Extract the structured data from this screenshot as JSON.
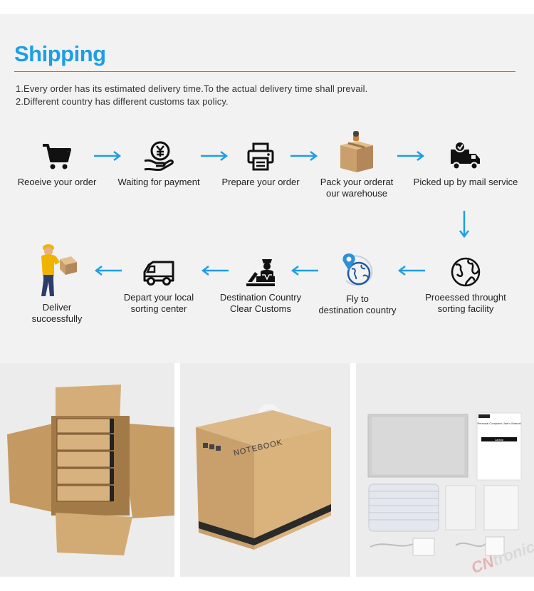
{
  "heading": "Shipping",
  "notes": [
    "1.Every order has its estimated delivery time.To the actual delivery time shall prevail.",
    "2.Different country has different customs tax policy."
  ],
  "steps": [
    {
      "label1": "Reoeive your order",
      "label2": "",
      "icon": "shopping-cart-icon"
    },
    {
      "label1": "Waiting for payment",
      "label2": "",
      "icon": "yuan-payment-icon"
    },
    {
      "label1": "Prepare your order",
      "label2": "",
      "icon": "printer-icon"
    },
    {
      "label1": "Pack your orderat",
      "label2": "our warehouse",
      "icon": "package-box-icon"
    },
    {
      "label1": "Picked up by mail service",
      "label2": "",
      "icon": "delivery-truck-icon"
    },
    {
      "label1": "Proeessed throught",
      "label2": "sorting facility",
      "icon": "globe-icon"
    },
    {
      "label1": "Fly to",
      "label2": "destination country",
      "icon": "location-globe-icon"
    },
    {
      "label1": "Destination Country",
      "label2": "Clear Customs",
      "icon": "customs-officer-icon"
    },
    {
      "label1": "Depart your local",
      "label2": "sorting center",
      "icon": "van-icon"
    },
    {
      "label1": "Deliver",
      "label2": "sucoessfully",
      "icon": "courier-icon"
    }
  ],
  "photos": {
    "box_text": "NOTEBOOK",
    "manual_title": "Personal Computer User's Manual",
    "manual_subtitle": "Laptop"
  },
  "watermark": {
    "highlight": "CN",
    "rest": "tronic"
  },
  "colors": {
    "accent": "#1e9ee6",
    "band": "#f2f2f2",
    "cardboard": "#c9a06b"
  }
}
